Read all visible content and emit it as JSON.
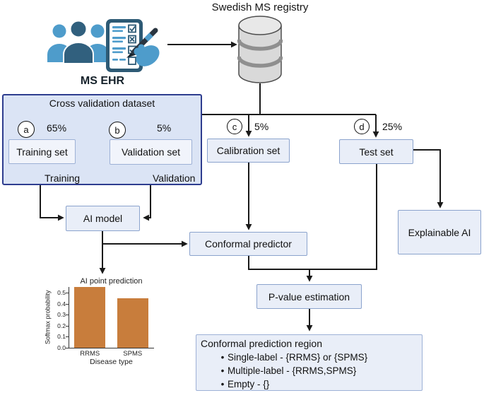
{
  "colors": {
    "cv_fill": "#dbe4f5",
    "cv_border": "#2e3d8f",
    "node_fill": "#e9eef8",
    "node_border": "#8ba3cd",
    "inner_fill": "#f1f4fb",
    "inner_border": "#9db1d6",
    "line": "#1a1a1a",
    "bar": "#c87d3c",
    "icon_blue_light": "#4e9ccb",
    "icon_blue_dark": "#31607e",
    "db_gray": "#d9d9d9",
    "db_band": "#8f8f8f"
  },
  "icons": {
    "people": "people-icon",
    "checklist": "checklist-icon",
    "hand_pen": "hand-pen-icon",
    "database": "database-icon",
    "bullet_char": "•"
  },
  "header": {
    "registry_title": "Swedish MS registry",
    "ehr_label": "MS EHR"
  },
  "cross_validation": {
    "label": "Cross validation dataset",
    "training_flow_label": "Training",
    "validation_flow_label": "Validation"
  },
  "branches": [
    {
      "id": "a",
      "percent": "65%",
      "label": "Training set"
    },
    {
      "id": "b",
      "percent": "5%",
      "label": "Validation set"
    },
    {
      "id": "c",
      "percent": "5%",
      "label": "Calibration set"
    },
    {
      "id": "d",
      "percent": "25%",
      "label": "Test set"
    }
  ],
  "nodes": {
    "ai_model": "AI model",
    "conformal_predictor": "Conformal predictor",
    "explainable_ai": "Explainable AI",
    "p_value": "P-value estimation"
  },
  "prediction_region": {
    "title": "Conformal prediction region",
    "bullets": [
      "Single-label - {RRMS} or {SPMS}",
      "Multiple-label - {RRMS,SPMS}",
      "Empty - {}"
    ]
  },
  "chart_data": {
    "type": "bar",
    "title": "AI point prediction",
    "categories": [
      "RRMS",
      "SPMS"
    ],
    "values": [
      0.55,
      0.45
    ],
    "xlabel": "Disease type",
    "ylabel": "Softmax probability",
    "ylim": [
      0,
      0.58
    ],
    "yticks": [
      0.0,
      0.1,
      0.2,
      0.3,
      0.4,
      0.5
    ],
    "bar_color": "#c87d3c",
    "grid": false,
    "legend": false
  }
}
